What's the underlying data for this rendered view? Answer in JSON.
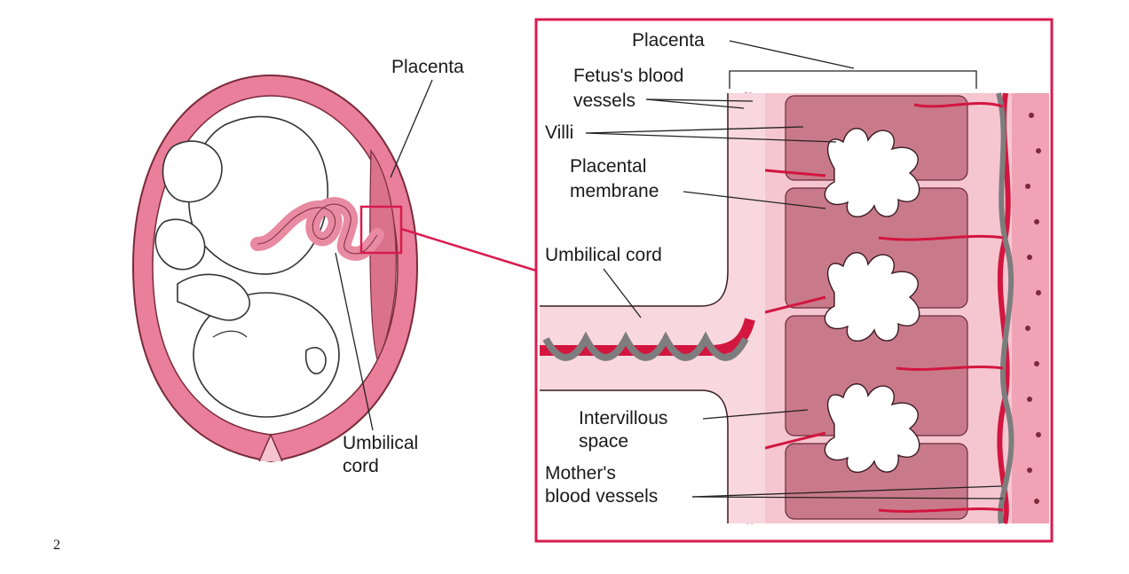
{
  "page_number": "2",
  "left_panel": {
    "placenta_label": "Placenta",
    "umbilical_label_line1": "Umbilical",
    "umbilical_label_line2": "cord"
  },
  "right_panel": {
    "placenta_label": "Placenta",
    "fetus_vessels_line1": "Fetus's blood",
    "fetus_vessels_line2": "vessels",
    "villi_label": "Villi",
    "placental_membrane_line1": "Placental",
    "placental_membrane_line2": "membrane",
    "umbilical_cord_label": "Umbilical cord",
    "intervillous_line1": "Intervillous",
    "intervillous_line2": "space",
    "mothers_vessels_line1": "Mother's",
    "mothers_vessels_line2": "blood vessels"
  },
  "colors": {
    "uterus_pink": "#e97f9a",
    "uterus_light": "#f6c4cf",
    "frame_red": "#d81b4f",
    "vessel_red": "#d2163f",
    "vessel_gray": "#7d7d7d",
    "tissue_pink": "#c97a8a",
    "maternal_pink": "#efa3b4"
  }
}
